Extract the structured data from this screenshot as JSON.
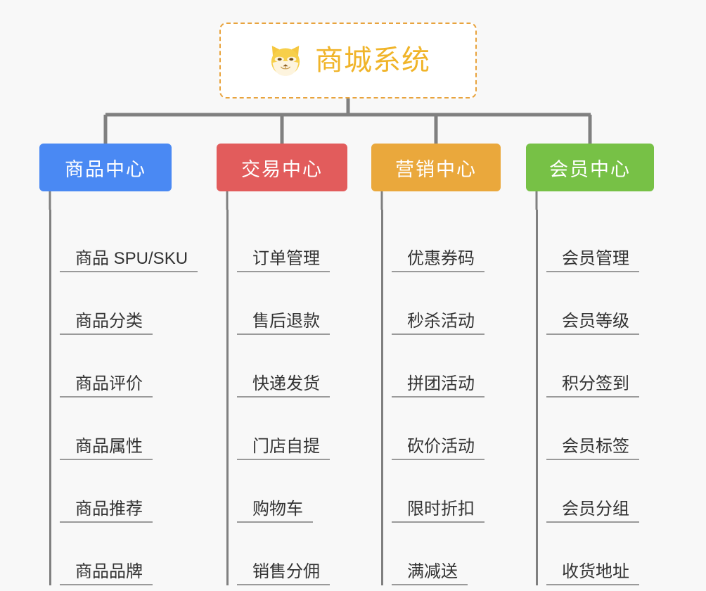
{
  "root": {
    "title": "商城系统",
    "icon": "shiba-dog-face-icon",
    "border_color": "#e8a33d",
    "text_color": "#f0b429",
    "background": "#ffffff"
  },
  "canvas": {
    "background": "#f8f8f8",
    "connector_color": "#808080"
  },
  "branches": [
    {
      "label": "商品中心",
      "color": "#4a89f3",
      "items": [
        "商品 SPU/SKU",
        "商品分类",
        "商品评价",
        "商品属性",
        "商品推荐",
        "商品品牌"
      ]
    },
    {
      "label": "交易中心",
      "color": "#e25c5c",
      "items": [
        "订单管理",
        "售后退款",
        "快递发货",
        "门店自提",
        "购物车",
        "销售分佣"
      ]
    },
    {
      "label": "营销中心",
      "color": "#eaa83c",
      "items": [
        "优惠券码",
        "秒杀活动",
        "拼团活动",
        "砍价活动",
        "限时折扣",
        "满减送"
      ]
    },
    {
      "label": "会员中心",
      "color": "#77c146",
      "items": [
        "会员管理",
        "会员等级",
        "积分签到",
        "会员标签",
        "会员分组",
        "收货地址"
      ]
    }
  ]
}
